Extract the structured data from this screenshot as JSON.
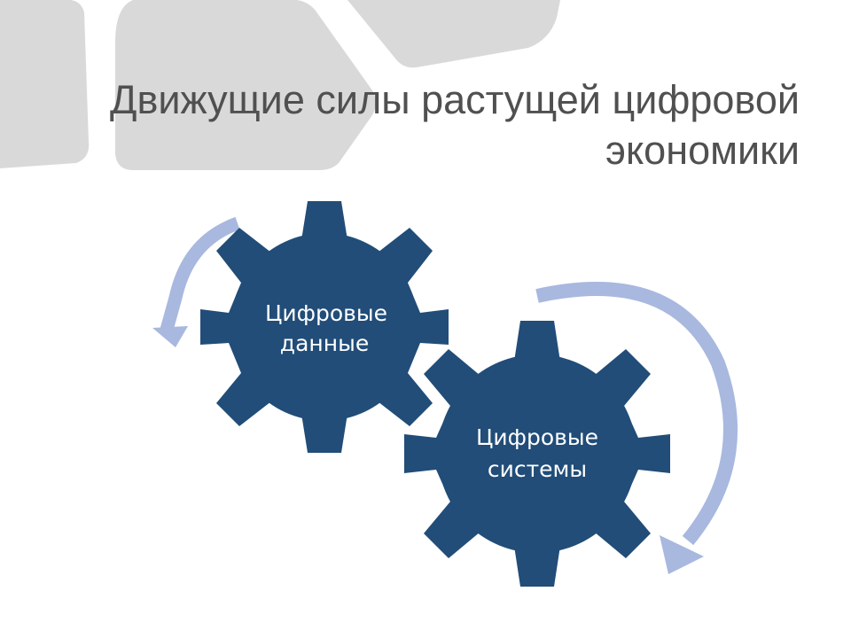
{
  "slide": {
    "title_line1": "Движущие силы растущей цифровой",
    "title_line2": "экономики"
  },
  "diagram": {
    "gears": [
      {
        "name": "data",
        "label_line1": "Цифровые",
        "label_line2": "данные"
      },
      {
        "name": "systems",
        "label_line1": "Цифровые",
        "label_line2": "системы"
      }
    ],
    "colors": {
      "gear": "#214d78",
      "arrow": "#a8b8df",
      "background_shape": "#d9d9d9",
      "title_text": "#505050",
      "gear_text": "#ffffff"
    }
  }
}
